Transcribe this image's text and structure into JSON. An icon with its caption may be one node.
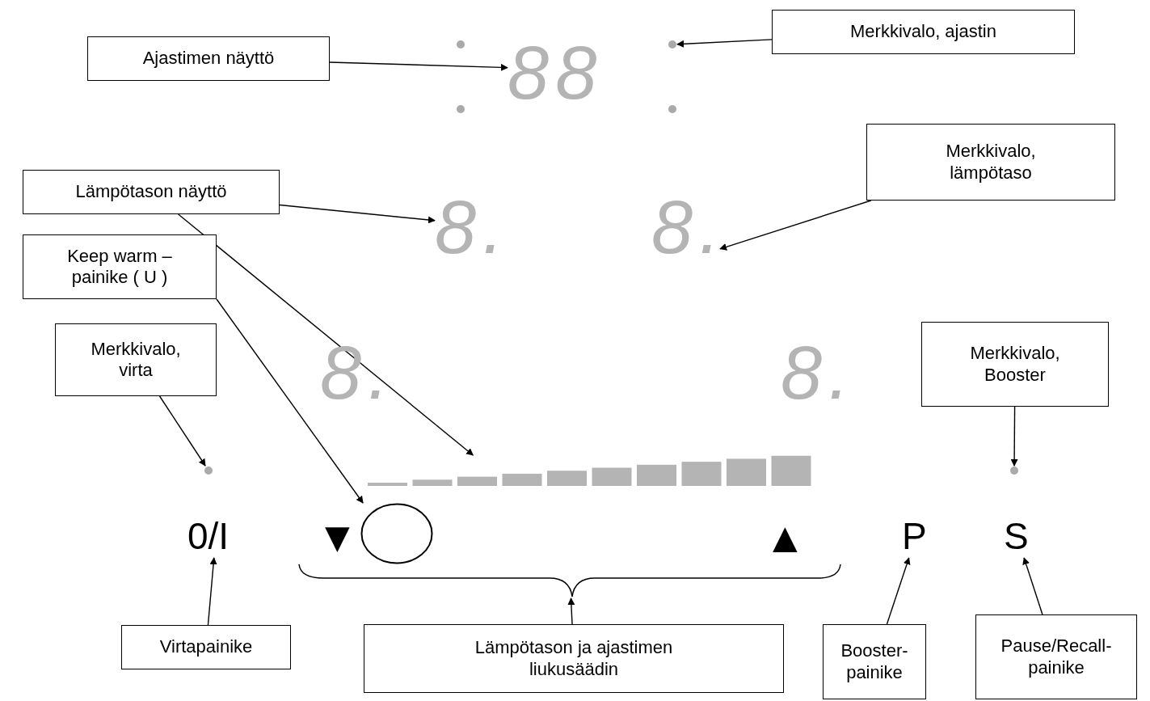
{
  "diagram": {
    "nodes": [
      {
        "text": [
          "Ajastimen näyttö"
        ]
      },
      {
        "text": [
          "Merkkivalo, ajastin"
        ]
      },
      {
        "text": [
          "Merkkivalo, lämpötaso"
        ]
      },
      {
        "text": [
          "Lämpötason näyttö"
        ]
      },
      {
        "text": [
          "Keep warm – painike ( U )"
        ]
      },
      {
        "text": [
          "Merkkivalo, virta"
        ]
      },
      {
        "text": [
          "Merkkivalo, Booster"
        ]
      },
      {
        "text": [
          "Virtapainike"
        ]
      },
      {
        "text": [
          "Lämpötason ja ajastimen liukusäädin"
        ]
      },
      {
        "text": [
          "Booster-painike"
        ]
      },
      {
        "text": [
          "Pause/Recall-painike"
        ]
      },
      {
        "text": [
          "88"
        ]
      },
      {
        "text": [],
        "shape": "circle"
      },
      {
        "text": [
          "8."
        ]
      },
      {
        "text": [
          "8."
        ]
      },
      {
        "text": [
          "8."
        ]
      },
      {
        "text": [
          "8."
        ]
      },
      {
        "text": [],
        "shape": "circle"
      },
      {
        "text": [],
        "shape": "bar"
      },
      {
        "text": [],
        "shape": "circle"
      },
      {
        "text": [],
        "shape": "circle"
      },
      {
        "text": [
          "0/I"
        ]
      },
      {
        "text": [
          "P"
        ]
      },
      {
        "text": [
          "S"
        ]
      },
      {
        "text": [],
        "shape": "brace"
      }
    ],
    "edges": [
      {
        "from": 0,
        "to": 11,
        "arrow": "to"
      },
      {
        "from": 1,
        "to": 12,
        "arrow": "to"
      },
      {
        "from": 3,
        "to": 13,
        "arrow": "to"
      },
      {
        "from": 3,
        "to": 18,
        "arrow": "to"
      },
      {
        "from": 2,
        "to": 14,
        "arrow": "to"
      },
      {
        "from": 4,
        "to": 19,
        "arrow": "to"
      },
      {
        "from": 5,
        "to": 17,
        "arrow": "to"
      },
      {
        "from": 6,
        "to": 20,
        "arrow": "to"
      },
      {
        "from": 7,
        "to": 21,
        "arrow": "to"
      },
      {
        "from": 8,
        "to": 24,
        "arrow": "to"
      },
      {
        "from": 9,
        "to": 22,
        "arrow": "to"
      },
      {
        "from": 10,
        "to": 23,
        "arrow": "to"
      }
    ],
    "labels": [
      "▼",
      "▲"
    ]
  }
}
